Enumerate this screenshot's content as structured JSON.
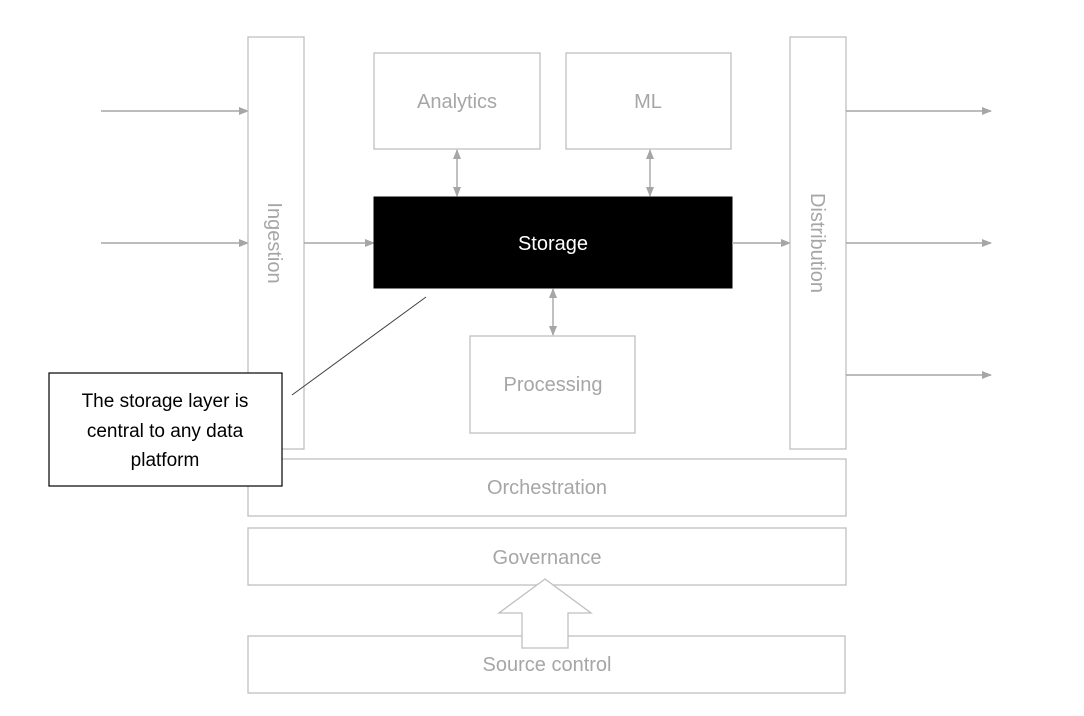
{
  "diagram": {
    "title": "Data platform architecture",
    "colors": {
      "box_border": "#bfbfbf",
      "label_text": "#a6a6a6",
      "connector": "#a6a6a6",
      "storage_fill": "#000000",
      "storage_text": "#ffffff",
      "callout_border": "#000000",
      "callout_text": "#000000"
    },
    "layers": {
      "ingestion": "Ingestion",
      "distribution": "Distribution",
      "analytics": "Analytics",
      "ml": "ML",
      "storage": "Storage",
      "processing": "Processing",
      "orchestration": "Orchestration",
      "governance": "Governance",
      "source_control": "Source control"
    },
    "callout": {
      "lines": [
        "The storage layer is",
        "central to any data",
        "platform"
      ]
    },
    "edges": [
      {
        "from": "external-source-1",
        "to": "ingestion",
        "type": "arrow"
      },
      {
        "from": "external-source-2",
        "to": "ingestion",
        "type": "arrow"
      },
      {
        "from": "ingestion",
        "to": "storage",
        "type": "arrow"
      },
      {
        "from": "storage",
        "to": "distribution",
        "type": "arrow"
      },
      {
        "from": "analytics",
        "to": "storage",
        "type": "bidirectional"
      },
      {
        "from": "ml",
        "to": "storage",
        "type": "bidirectional"
      },
      {
        "from": "storage",
        "to": "processing",
        "type": "bidirectional"
      },
      {
        "from": "distribution",
        "to": "external-consumer-1",
        "type": "arrow"
      },
      {
        "from": "distribution",
        "to": "external-consumer-2",
        "type": "arrow"
      },
      {
        "from": "distribution",
        "to": "external-consumer-3",
        "type": "arrow"
      },
      {
        "from": "source_control",
        "to": "governance",
        "type": "block-arrow"
      }
    ]
  }
}
